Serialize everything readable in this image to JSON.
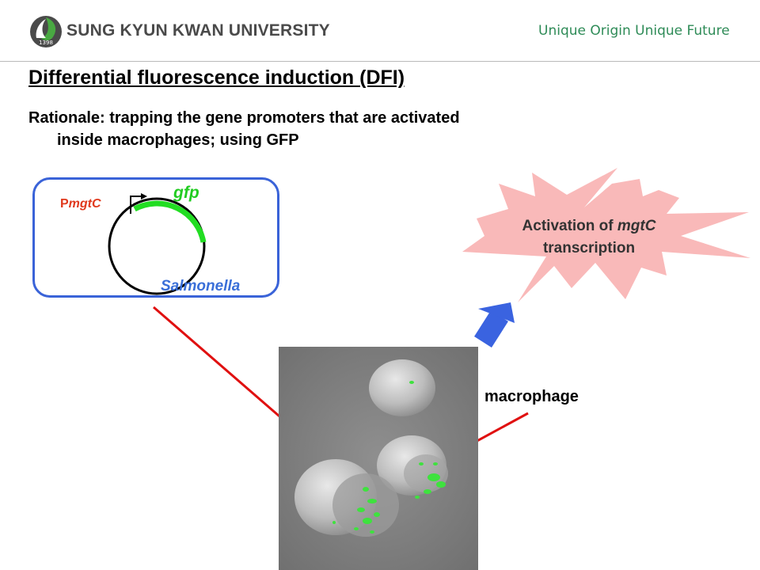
{
  "header": {
    "university_name": "SUNG KYUN KWAN UNIVERSITY",
    "slogan": "Unique Origin Unique Future",
    "logo_year": "1398"
  },
  "slide": {
    "title": "Differential fluorescence induction (DFI)",
    "rationale_line1": "Rationale: trapping the gene promoters that are activated",
    "rationale_line2": "inside macrophages; using GFP"
  },
  "diagram": {
    "promoter_prefix": "P",
    "promoter_name": "mgtC",
    "gene_label": "gfp",
    "organism_label": "Salmonella",
    "activation_line1_prefix": "Activation of  ",
    "activation_line1_gene": "mgtC",
    "activation_line2": "transcription",
    "macrophage_label": "macrophage"
  },
  "colors": {
    "box_border": "#3a63d8",
    "promoter": "#e03a1e",
    "gfp": "#22cc22",
    "star_fill": "#f9b9b9",
    "arrow_red": "#e01010",
    "arrow_blue": "#3a63e0",
    "slogan": "#2e8b57"
  }
}
